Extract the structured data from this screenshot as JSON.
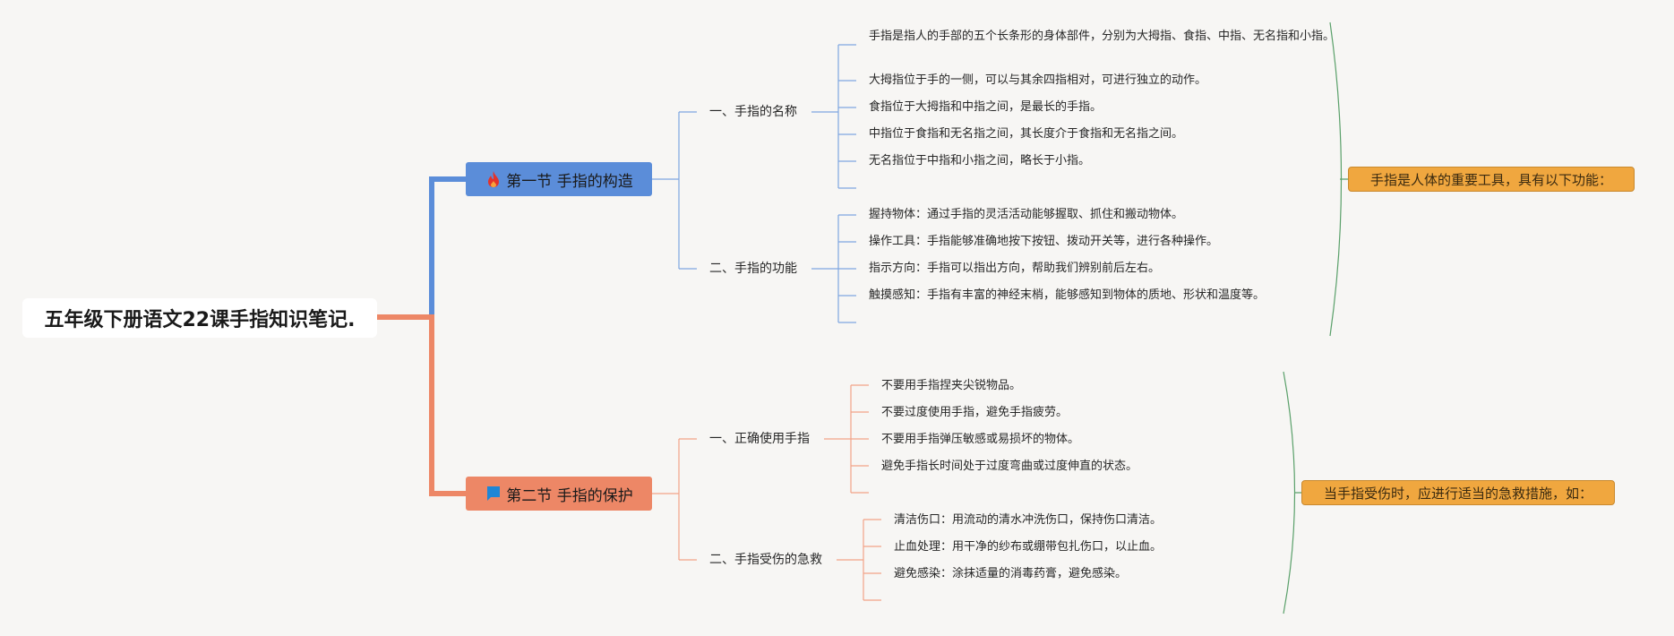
{
  "root": {
    "title": "五年级下册语文22课手指知识笔记."
  },
  "section1": {
    "title": "第一节 手指的构造",
    "icon": "fire-icon",
    "color": "#5b8dd9",
    "summary": "手指是人体的重要工具，具有以下功能：",
    "topics": [
      {
        "title": "一、手指的名称",
        "items": [
          "手指是指人的手部的五个长条形的身体部件，分别为大拇指、食指、中指、无名指和小指。",
          "大拇指位于手的一侧，可以与其余四指相对，可进行独立的动作。",
          "食指位于大拇指和中指之间，是最长的手指。",
          "中指位于食指和无名指之间，其长度介于食指和无名指之间。",
          "无名指位于中指和小指之间，略长于小指。"
        ]
      },
      {
        "title": "二、手指的功能",
        "items": [
          "握持物体：通过手指的灵活活动能够握取、抓住和搬动物体。",
          "操作工具：手指能够准确地按下按钮、拨动开关等，进行各种操作。",
          "指示方向：手指可以指出方向，帮助我们辨别前后左右。",
          "触摸感知：手指有丰富的神经末梢，能够感知到物体的质地、形状和温度等。"
        ]
      }
    ]
  },
  "section2": {
    "title": "第二节 手指的保护",
    "icon": "flag-icon",
    "color": "#ed8766",
    "summary": "当手指受伤时，应进行适当的急救措施，如：",
    "topics": [
      {
        "title": "一、正确使用手指",
        "items": [
          "不要用手指捏夹尖锐物品。",
          "不要过度使用手指，避免手指疲劳。",
          "不要用手指弹压敏感或易损坏的物体。",
          "避免手指长时间处于过度弯曲或过度伸直的状态。"
        ]
      },
      {
        "title": "二、手指受伤的急救",
        "items": [
          "清洁伤口：用流动的清水冲洗伤口，保持伤口清洁。",
          "止血处理：用干净的纱布或绷带包扎伤口，以止血。",
          "避免感染：涂抹适量的消毒药膏，避免感染。"
        ]
      }
    ]
  },
  "colors": {
    "branch_blue": "#5b8dd9",
    "branch_orange": "#ed8766",
    "summary_fill": "#f0a73f",
    "summary_bracket": "#5aa06a"
  }
}
